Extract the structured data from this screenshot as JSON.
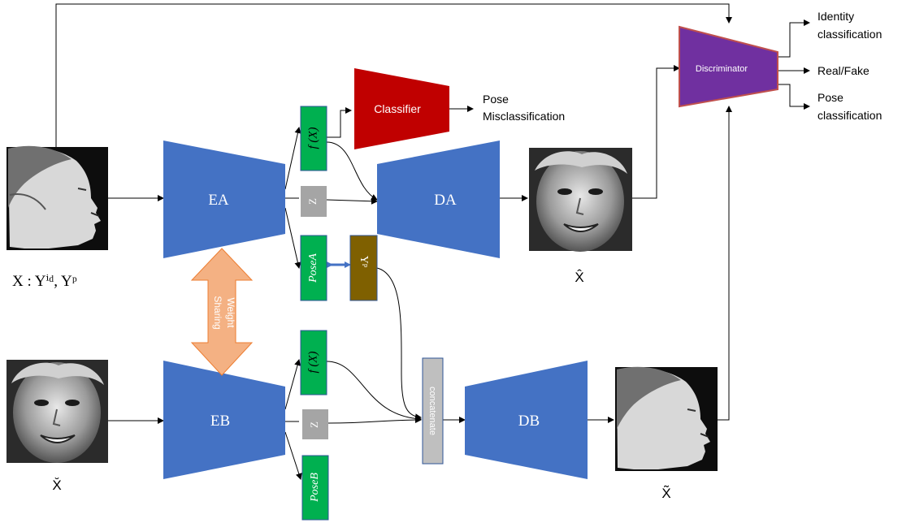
{
  "encoders": {
    "ea": "EA",
    "eb": "EB"
  },
  "decoders": {
    "da": "DA",
    "db": "DB"
  },
  "classifier": {
    "label": "Classifier",
    "output_line1": "Pose",
    "output_line2": "Misclassification"
  },
  "discriminator": {
    "label": "Discriminator",
    "out_identity_line1": "Identity",
    "out_identity_line2": "classification",
    "out_real_fake": "Real/Fake",
    "out_pose_line1": "Pose",
    "out_pose_line2": "classification"
  },
  "features": {
    "fx_top": "f (X)",
    "z_top": "Z",
    "pose_a": "PoseA",
    "yp_box": "Yᵖ",
    "fx_bottom": "f (X)",
    "z_bottom": "Z",
    "pose_b": "PoseB",
    "concat": "concatenate"
  },
  "weight_sharing": {
    "line1": "Weight",
    "line2": "Sharing"
  },
  "captions": {
    "input_top": "X : Yⁱᵈ, Yᵖ",
    "recon_top": "X̂",
    "input_bottom": "X̆",
    "recon_bottom": "X̃"
  },
  "colors": {
    "encoder_decoder": "#4472C4",
    "classifier": "#C00000",
    "discriminator": "#7030A0",
    "discriminator_border": "#C0504D",
    "feature_green": "#00B050",
    "z_gray": "#A5A5A5",
    "yp_brown": "#7F6000",
    "concat_gray": "#BFBFBF",
    "weight_arrow": "#F4B183",
    "pose_link": "#4472C4"
  },
  "icons": {
    "face_profile": "face-profile-image",
    "face_frontal": "face-frontal-smiling-image"
  }
}
